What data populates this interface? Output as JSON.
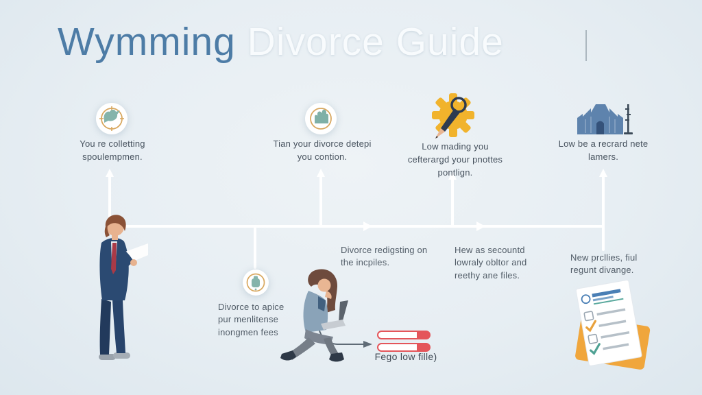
{
  "title": {
    "highlight": "Wymming",
    "rest": "Divorce Guide"
  },
  "steps": [
    {
      "icon": "compass-bird",
      "caption": "You re colletting spoulempmen."
    },
    {
      "icon": "document-folder",
      "caption": "Tian your divorce detepi you contion."
    },
    {
      "icon": "gear-magnifier",
      "caption": "Low mading you cefterargd your pnottes pontlign."
    },
    {
      "icon": "courthouse",
      "caption": "Low be a recrard nete lamers."
    }
  ],
  "notes": [
    {
      "text": "Divorce redigsting on the incpiles."
    },
    {
      "text": "Hew as secountd lowraly obltor and reethy ane files."
    },
    {
      "text": "New prcllies, fiul regunt divange."
    },
    {
      "text": "Divorce to apice pur menlitense inongmen fees"
    }
  ],
  "file_label": "Fego low fille)",
  "colors": {
    "title_blue": "#4d7ca6",
    "title_white": "#f8fbfd",
    "accent_gold": "#d8a75e",
    "accent_teal": "#82b3aa",
    "gear_yellow": "#f1b32c",
    "building_blue": "#5e83ad",
    "pill_red": "#e4555a",
    "folder_orange": "#f0a63c",
    "timeline_white": "#ffffff",
    "text_dark": "#47525e"
  }
}
